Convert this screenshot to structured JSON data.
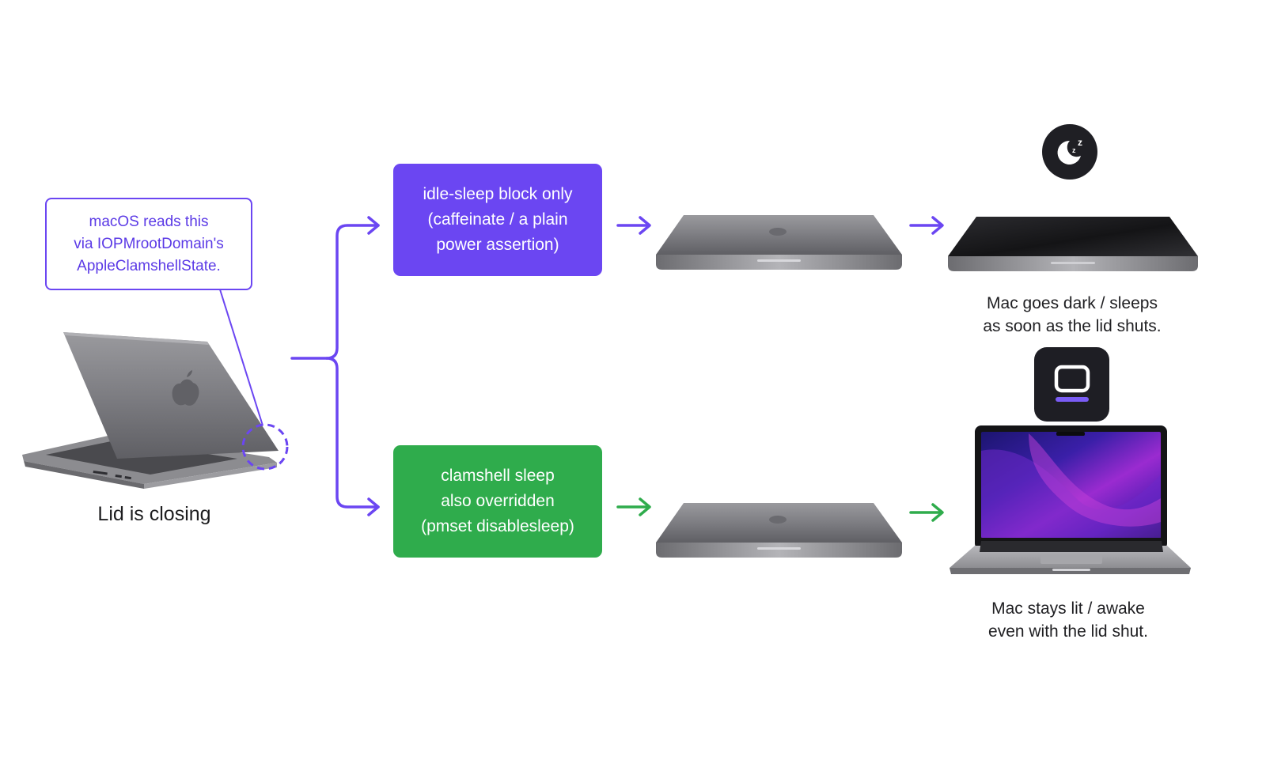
{
  "callout": {
    "line1": "macOS reads this",
    "line2": "via IOPMrootDomain's",
    "line3": "AppleClamshellState."
  },
  "lid_label": "Lid is closing",
  "branches": {
    "idle": {
      "line1": "idle-sleep block only",
      "line2": "(caffeinate / a plain",
      "line3": "power assertion)",
      "color": "#6b46f2"
    },
    "clamshell": {
      "line1": "clamshell sleep",
      "line2": "also overridden",
      "line3": "(pmset disablesleep)",
      "color": "#2fac4c"
    }
  },
  "outcomes": {
    "sleeps": {
      "line1": "Mac goes dark / sleeps",
      "line2": "as soon as the lid shuts.",
      "icon": "moon-zzz-icon"
    },
    "awake": {
      "line1": "Mac stays lit / awake",
      "line2": "even with the lid shut.",
      "icon": "laptop-app-icon"
    }
  },
  "colors": {
    "purple": "#6b46f2",
    "green": "#2fac4c",
    "dark_badge": "#1f1f24"
  }
}
